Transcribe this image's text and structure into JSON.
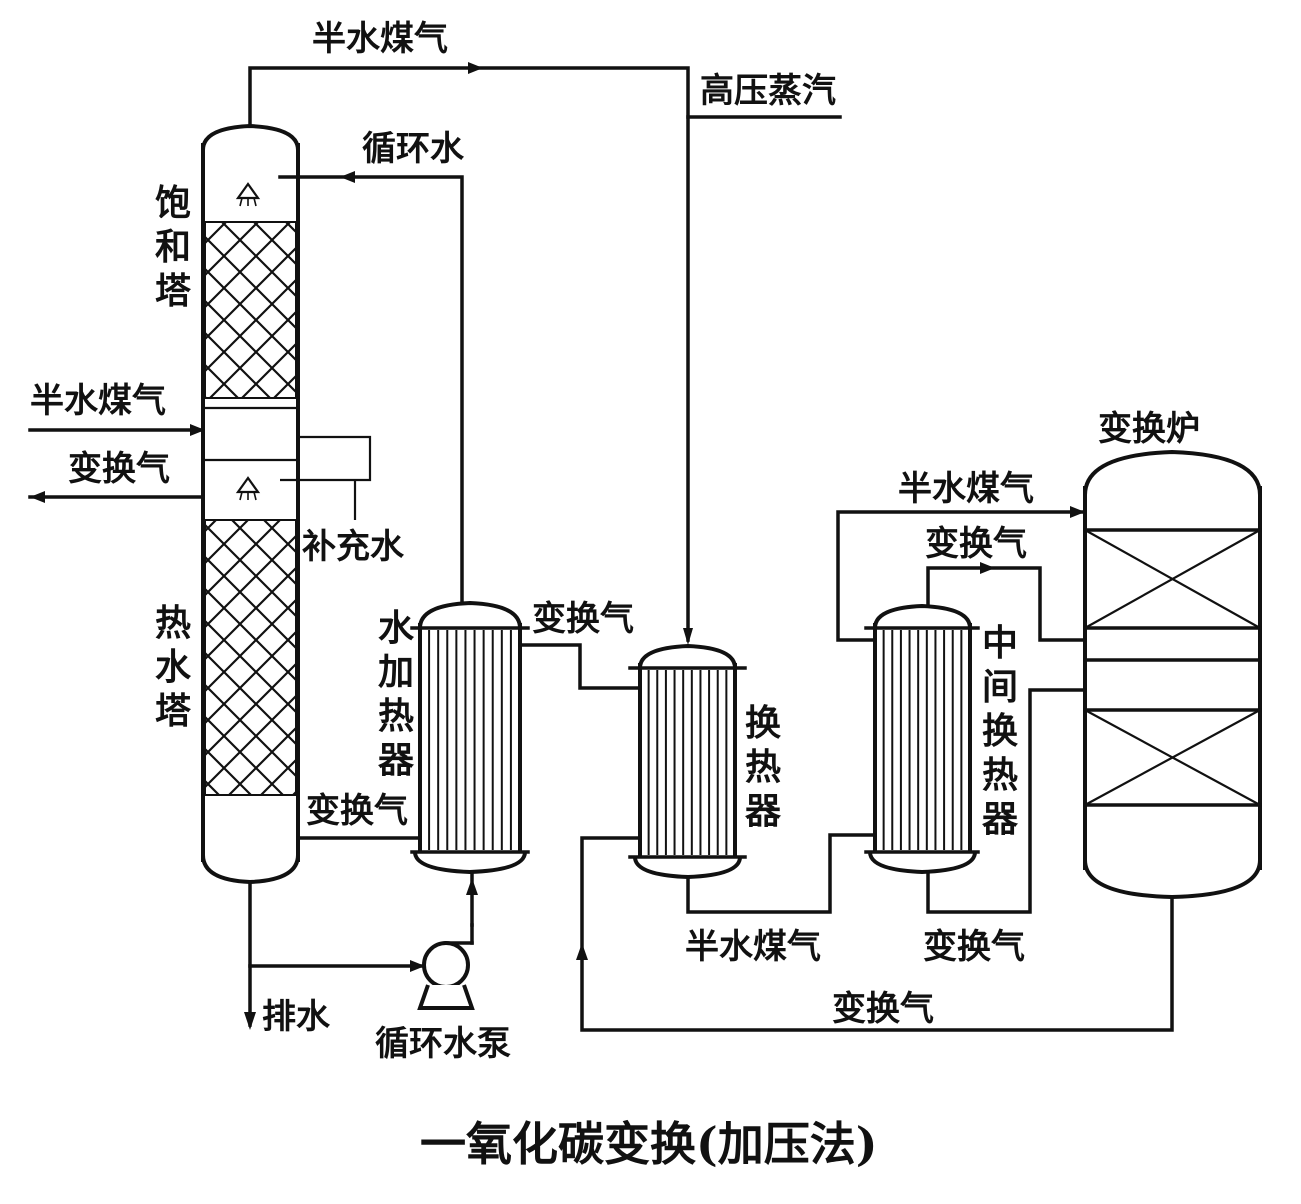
{
  "title": "一氧化碳变换(加压法)",
  "equipment": {
    "saturation_tower": "饱和塔",
    "hot_water_tower": "热水塔",
    "water_heater": "水加热器",
    "heat_exchanger": "换热器",
    "intermediate_exchanger": "中间换热器",
    "converter": "变换炉",
    "pump": "循环水泵"
  },
  "streams": {
    "semi_water_gas_top": "半水煤气",
    "high_pressure_steam": "高压蒸汽",
    "circulating_water": "循环水",
    "semi_water_gas_in": "半水煤气",
    "shift_gas_out": "变换气",
    "makeup_water": "补充水",
    "shift_gas_heater": "变换气",
    "shift_gas_tower": "变换气",
    "semi_water_gas_bottom": "半水煤气",
    "shift_gas_mid_bottom": "变换气",
    "semi_water_gas_converter": "半水煤气",
    "shift_gas_mid_top": "变换气",
    "shift_gas_return": "变换气",
    "drain": "排水"
  }
}
